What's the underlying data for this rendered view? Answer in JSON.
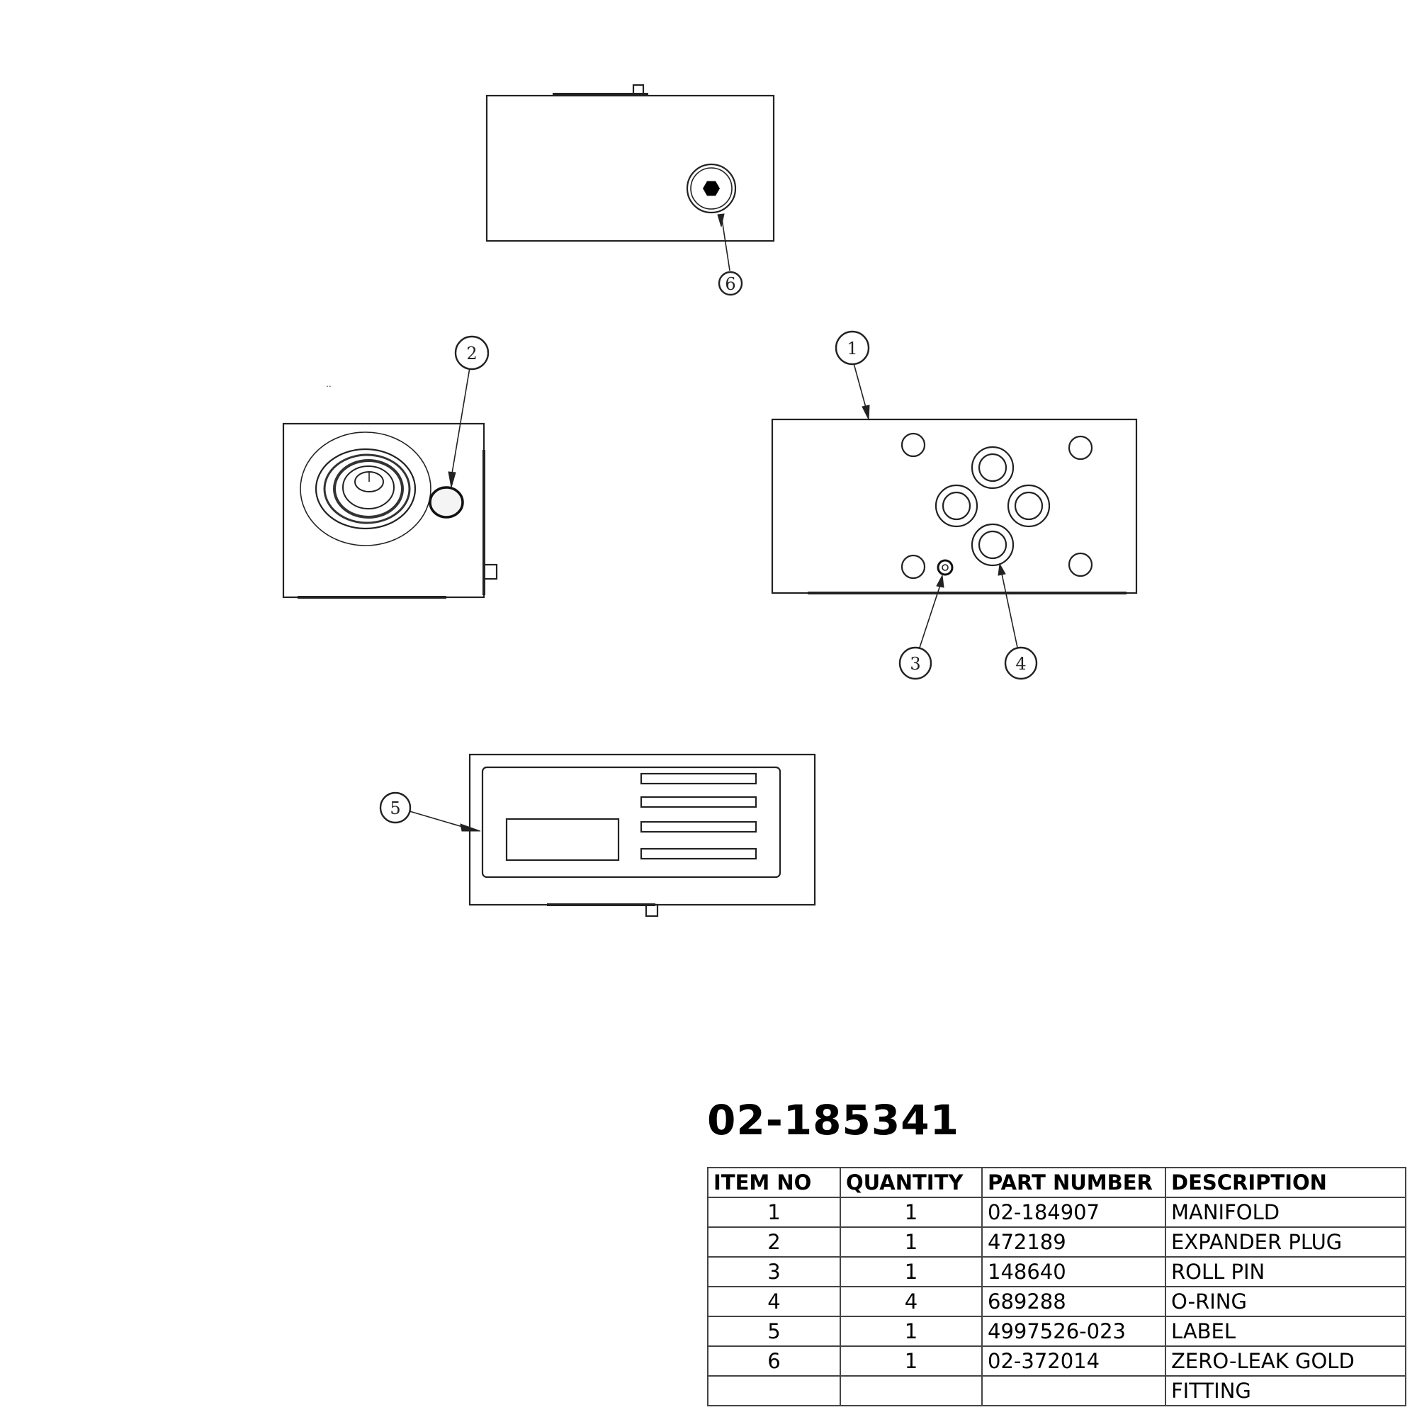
{
  "assembly": {
    "number": "02-185341"
  },
  "callouts": [
    "6",
    "2",
    "1",
    "3",
    "4",
    "5"
  ],
  "bom": {
    "headers": [
      "ITEM NO",
      "QUANTITY",
      "PART NUMBER",
      "DESCRIPTION"
    ],
    "rows": [
      {
        "item": "1",
        "qty": "1",
        "part": "02-184907",
        "desc": "MANIFOLD"
      },
      {
        "item": "2",
        "qty": "1",
        "part": "472189",
        "desc": "EXPANDER PLUG"
      },
      {
        "item": "3",
        "qty": "1",
        "part": "148640",
        "desc": "ROLL PIN"
      },
      {
        "item": "4",
        "qty": "4",
        "part": "689288",
        "desc": "O-RING"
      },
      {
        "item": "5",
        "qty": "1",
        "part": "4997526-023",
        "desc": "LABEL"
      },
      {
        "item": "6",
        "qty": "1",
        "part": "02-372014",
        "desc": "ZERO-LEAK GOLD"
      },
      {
        "item": "",
        "qty": "",
        "part": "",
        "desc": "FITTING"
      }
    ]
  }
}
